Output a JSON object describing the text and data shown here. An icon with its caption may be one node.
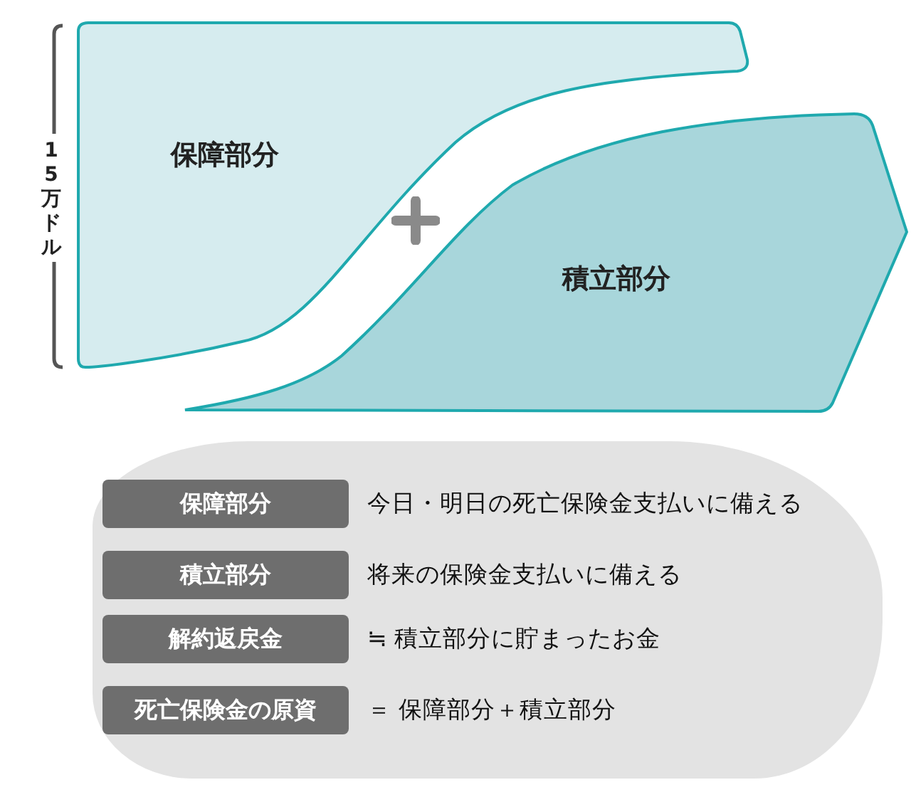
{
  "diagram": {
    "nodes": [
      {
        "text": [
          "保障部分"
        ]
      },
      {
        "text": [
          "積立部分"
        ]
      },
      {
        "text": [],
        "shape": "box"
      },
      {
        "text": [
          "保障部分"
        ],
        "in": 2,
        "beside": [
          "今日・明日の死亡保険金支払いに備える"
        ]
      },
      {
        "text": [
          "積立部分"
        ],
        "in": 2,
        "beside": [
          "将来の保険金支払いに備える"
        ]
      },
      {
        "text": [
          "解約返戻金"
        ],
        "in": 2,
        "beside": [
          "≒ 積立部分に貯まったお金"
        ]
      },
      {
        "text": [
          "死亡保険金の原資"
        ],
        "in": 2,
        "beside": [
          "＝ 保障部分＋積立部分"
        ]
      }
    ],
    "labels": [
      "15万ドル"
    ]
  }
}
